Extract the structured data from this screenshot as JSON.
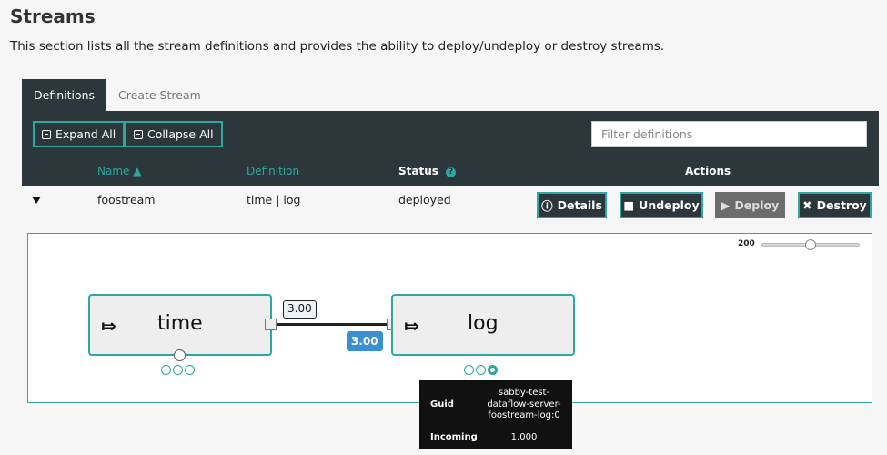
{
  "page": {
    "title": "Streams",
    "description": "This section lists all the stream definitions and provides the ability to deploy/undeploy or destroy streams."
  },
  "tabs": [
    {
      "label": "Definitions",
      "active": true
    },
    {
      "label": "Create Stream",
      "active": false
    }
  ],
  "toolbar": {
    "expand_label": "Expand All",
    "collapse_label": "Collapse All",
    "filter_placeholder": "Filter definitions"
  },
  "table": {
    "headers": {
      "name": "Name",
      "definition": "Definition",
      "status": "Status",
      "actions": "Actions"
    },
    "rows": [
      {
        "name": "foostream",
        "definition": "time | log",
        "status": "deployed"
      }
    ],
    "actions": {
      "details": "Details",
      "undeploy": "Undeploy",
      "deploy": "Deploy",
      "destroy": "Destroy"
    }
  },
  "flow": {
    "zoom": "200",
    "zoom_level": 0.5,
    "nodes": [
      {
        "label": "time",
        "icon": "source-arrow-icon"
      },
      {
        "label": "log",
        "icon": "source-arrow-icon"
      }
    ],
    "rate_out": "3.00",
    "rate_in": "3.00",
    "tooltip": {
      "guid_label": "Guid",
      "guid_value": "sabby-test-dataflow-server-foostream-log:0",
      "incoming_label": "Incoming",
      "incoming_value": "1.000"
    }
  },
  "colors": {
    "accent": "#2ea89e",
    "dark": "#2c373b",
    "rate_badge": "#3a8fd0"
  }
}
